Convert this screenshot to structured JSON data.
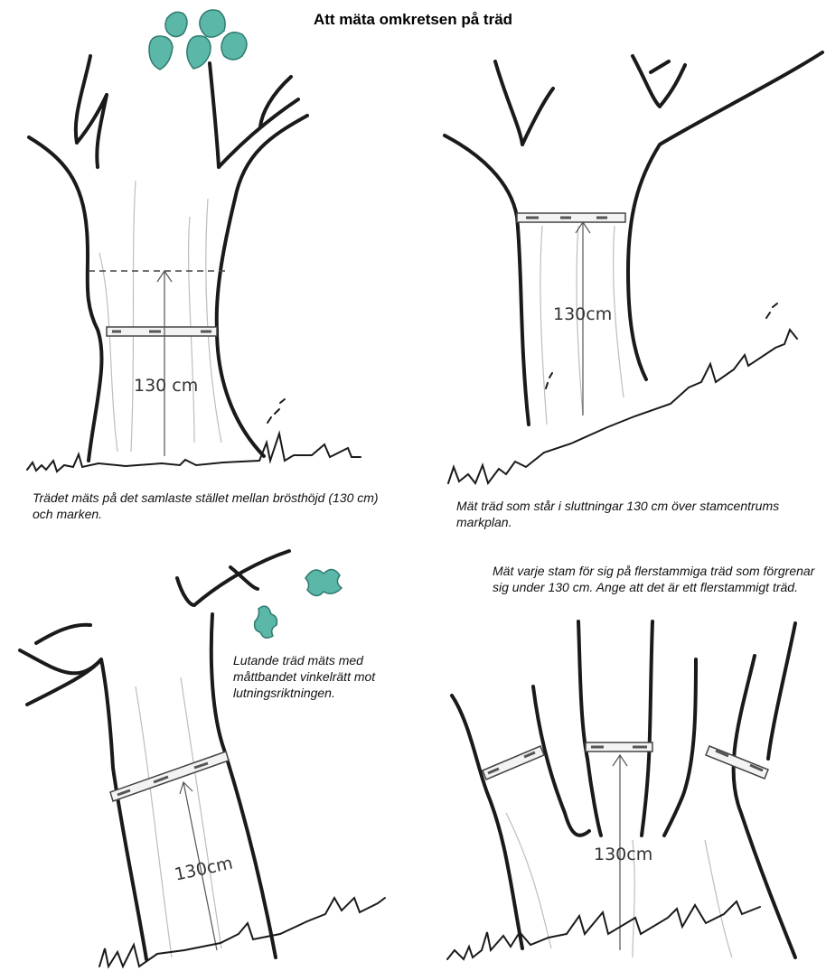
{
  "title": "Att mäta omkretsen på träd",
  "panels": [
    {
      "caption": "Trädet mäts på det samlaste stället mellan brösthöjd (130 cm) och marken.",
      "height_label": "130 cm"
    },
    {
      "caption": "Mät träd som står i sluttningar 130 cm över stamcentrums markplan.",
      "height_label": "130cm"
    },
    {
      "caption": "Lutande träd mäts med måttbandet vinkelrätt mot lutningsriktningen.",
      "height_label": "130cm"
    },
    {
      "caption": "Mät varje stam för sig på flerstammiga träd som förgrenar sig under 130 cm. Ange att det är ett flerstammigt träd.",
      "height_label": "130cm"
    }
  ],
  "colors": {
    "leaf": "#5bb8a8",
    "outline": "#1a1a1a"
  }
}
